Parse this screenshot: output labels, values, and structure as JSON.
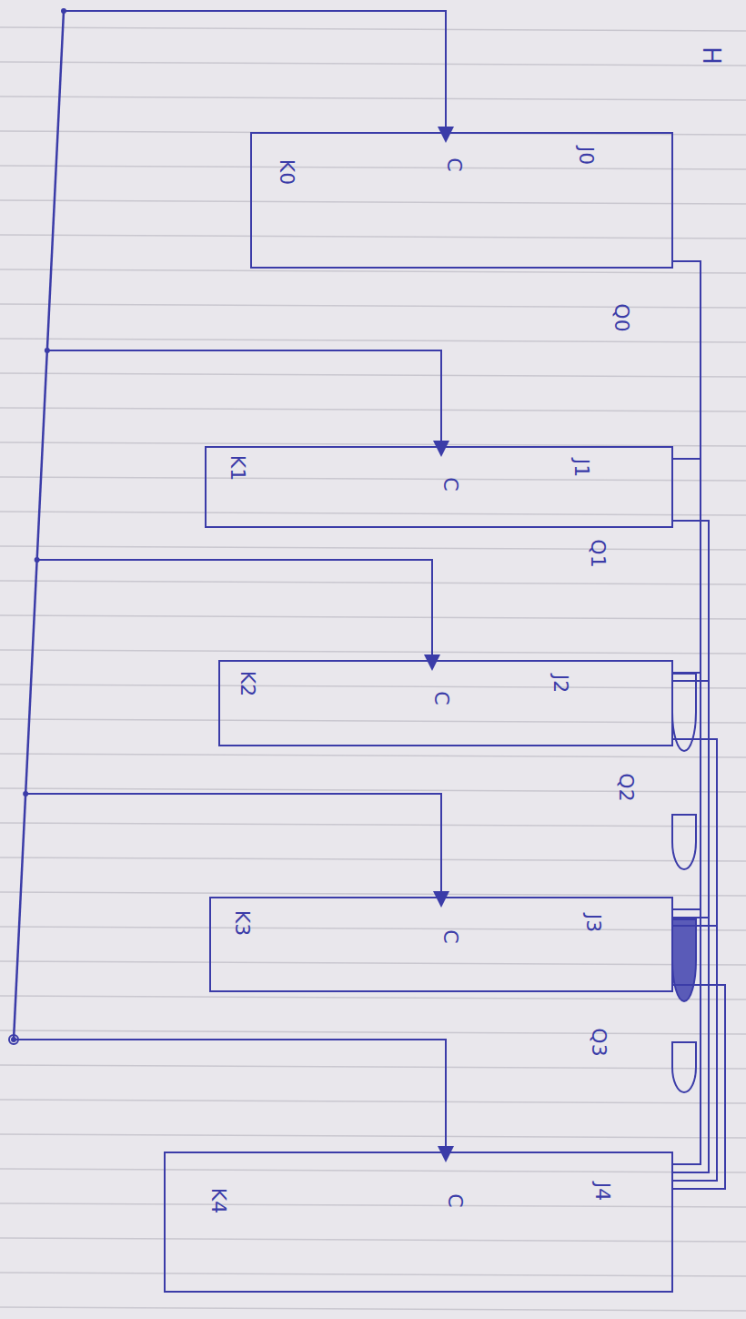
{
  "diagram": {
    "nodes": [
      {
        "text": [
          "J0",
          "C",
          "K0",
          "Q0"
        ]
      },
      {
        "text": [
          "J1",
          "C",
          "K1",
          "Q1"
        ]
      },
      {
        "text": [
          "J2",
          "C",
          "K2",
          "Q2"
        ]
      },
      {
        "text": [
          "J3",
          "C",
          "K3",
          "Q3"
        ]
      },
      {
        "text": [
          "J4",
          "C",
          "K4"
        ]
      }
    ],
    "edges": [
      {
        "from": 0,
        "to": 1,
        "arrow": "none"
      },
      {
        "from": 0,
        "to": 2,
        "arrow": "none"
      },
      {
        "from": 1,
        "to": 2,
        "arrow": "none"
      },
      {
        "from": 0,
        "to": 3,
        "arrow": "none"
      },
      {
        "from": 1,
        "to": 3,
        "arrow": "none"
      },
      {
        "from": 2,
        "to": 3,
        "arrow": "none"
      },
      {
        "from": 0,
        "to": 4,
        "arrow": "none"
      },
      {
        "from": 1,
        "to": 4,
        "arrow": "none"
      },
      {
        "from": 2,
        "to": 4,
        "arrow": "none"
      },
      {
        "from": 3,
        "to": 4,
        "arrow": "none"
      }
    ],
    "labels": [
      "H"
    ]
  }
}
